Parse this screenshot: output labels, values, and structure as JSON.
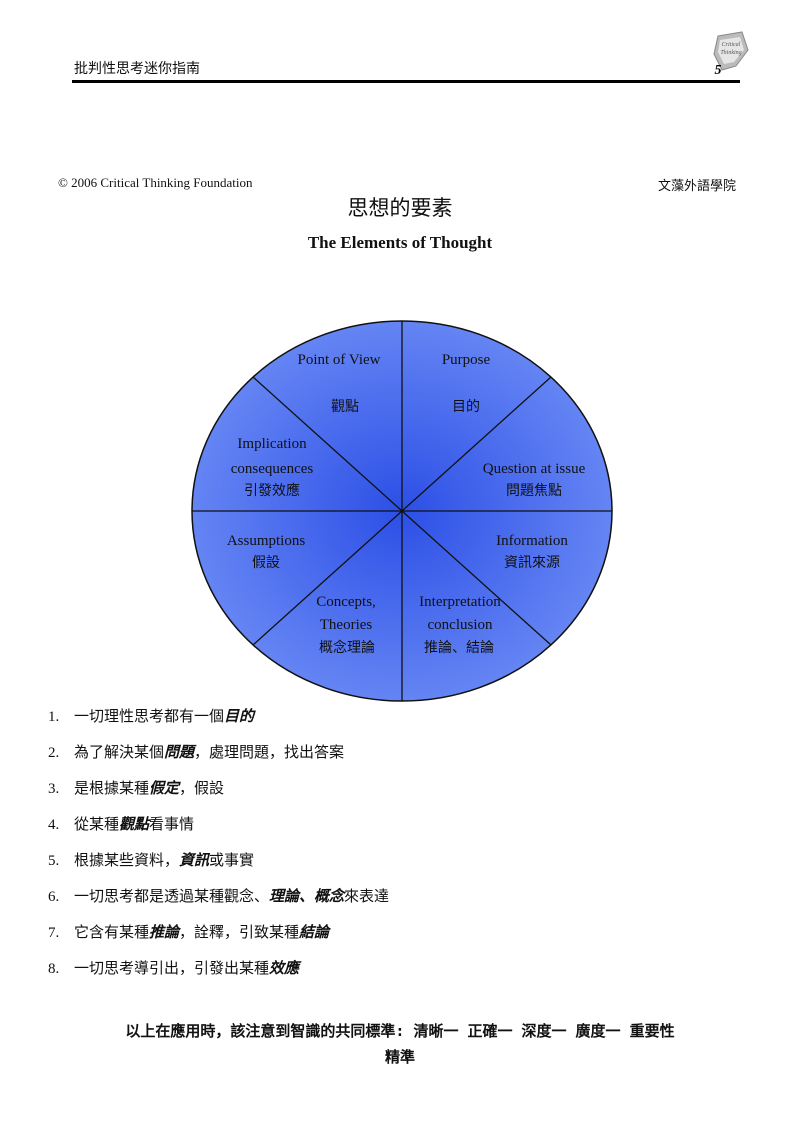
{
  "header": {
    "title": "批判性思考迷你指南",
    "page_number": "5",
    "logo_text": "Critical Thinking"
  },
  "source": {
    "copyright": "© 2006 Critical Thinking Foundation",
    "institute": "文藻外語學院"
  },
  "title_zh": "思想的要素",
  "title_en": "The Elements of Thought",
  "wheel": {
    "fill_color": "#5577f0",
    "center_color": "#2c4fe6",
    "segments": [
      {
        "en": "Point of View",
        "zh": "觀點"
      },
      {
        "en": "Purpose",
        "zh": "目的"
      },
      {
        "en": "Question at issue",
        "zh": "問題焦點"
      },
      {
        "en": "Information",
        "zh": "資訊來源"
      },
      {
        "en1": "Interpretation",
        "en2": "conclusion",
        "zh": "推論、結論"
      },
      {
        "en1": "Concepts,",
        "en2": "Theories",
        "zh": "概念理論"
      },
      {
        "en": "Assumptions",
        "zh": "假設"
      },
      {
        "en1": "Implication",
        "en2": "consequences",
        "zh": "引發效應"
      }
    ]
  },
  "list": [
    {
      "num": "1.",
      "pre": "一切理性思考都有一個",
      "kw": "目的",
      "post": ""
    },
    {
      "num": "2.",
      "pre": "為了解決某個",
      "kw": "問題",
      "post": "，處理問題，找出答案"
    },
    {
      "num": "3.",
      "pre": "是根據某種",
      "kw": "假定",
      "post": "，假設"
    },
    {
      "num": "4.",
      "pre": "從某種",
      "kw": "觀點",
      "post": "看事情"
    },
    {
      "num": "5.",
      "pre": "根據某些資料，",
      "kw": "資訊",
      "post": "或事實"
    },
    {
      "num": "6.",
      "pre": "一切思考都是透過某種觀念、",
      "kw": "理論、概念",
      "post": "來表達"
    },
    {
      "num": "7.",
      "pre": "它含有某種",
      "kw": "推論",
      "post": "，詮釋，引致某種",
      "kw2": "結論"
    },
    {
      "num": "8.",
      "pre": "一切思考導引出，引發出某種",
      "kw": "效應",
      "post": ""
    }
  ],
  "footer": {
    "line1": "以上在應用時，該注意到智識的共同標準: 清晰一  正確一  深度一  廣度一  重要性",
    "line2": "精準"
  }
}
